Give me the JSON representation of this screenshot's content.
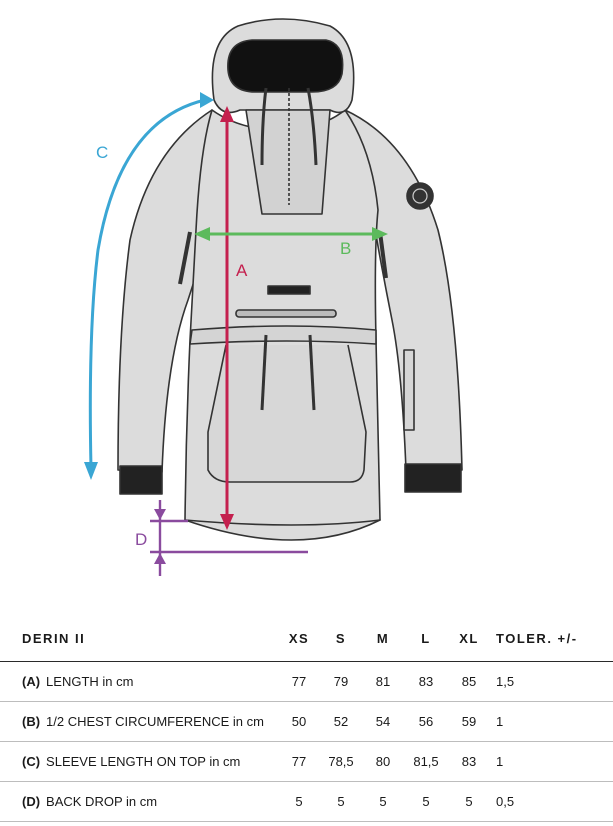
{
  "diagram": {
    "labels": {
      "a": "A",
      "b": "B",
      "c": "C",
      "d": "D"
    },
    "colors": {
      "a": "#c4204e",
      "b": "#5cba5c",
      "c": "#3aa6d4",
      "d": "#8a4b9e",
      "jacket": "#dcdcdc",
      "outline": "#333333"
    }
  },
  "table": {
    "header": {
      "product": "DERIN II",
      "sizes": [
        "XS",
        "S",
        "M",
        "L",
        "XL"
      ],
      "tolerance": "TOLER. +/-"
    },
    "rows": [
      {
        "id": "(A)",
        "label": "LENGTH in cm",
        "values": [
          "77",
          "79",
          "81",
          "83",
          "85"
        ],
        "tolerance": "1,5"
      },
      {
        "id": "(B)",
        "label": "1/2 CHEST CIRCUMFERENCE in cm",
        "values": [
          "50",
          "52",
          "54",
          "56",
          "59"
        ],
        "tolerance": "1"
      },
      {
        "id": "(C)",
        "label": "SLEEVE LENGTH ON TOP in cm",
        "values": [
          "77",
          "78,5",
          "80",
          "81,5",
          "83"
        ],
        "tolerance": "1"
      },
      {
        "id": "(D)",
        "label": "BACK DROP in cm",
        "values": [
          "5",
          "5",
          "5",
          "5",
          "5"
        ],
        "tolerance": "0,5"
      }
    ]
  }
}
